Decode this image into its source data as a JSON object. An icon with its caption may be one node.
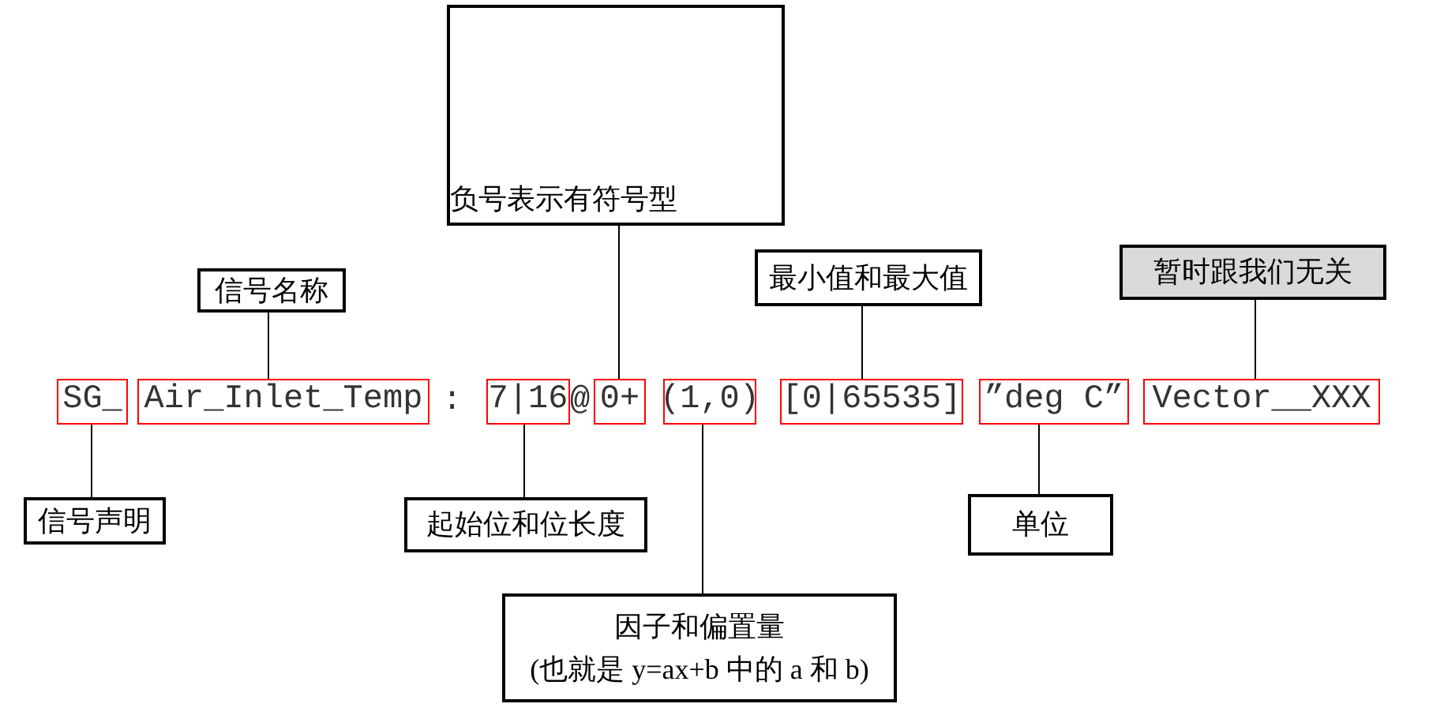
{
  "diagram": {
    "nodes": [
      {
        "text": [
          "负号表示有符号型"
        ]
      },
      {
        "text": [
          "信号名称"
        ]
      },
      {
        "text": [
          "最小值和最大值"
        ]
      },
      {
        "text": [
          "暂时跟我们无关"
        ]
      },
      {
        "text": [
          "SG_"
        ]
      },
      {
        "text": [
          "Air_Inlet_Temp"
        ]
      },
      {
        "text": [
          "7|16"
        ]
      },
      {
        "text": [
          "0+"
        ]
      },
      {
        "text": [
          "(1,0)"
        ]
      },
      {
        "text": [
          "[0|65535]"
        ]
      },
      {
        "text": [
          "”deg C”"
        ]
      },
      {
        "text": [
          "Vector__XXX"
        ]
      },
      {
        "text": [
          "信号声明"
        ]
      },
      {
        "text": [
          "起始位和位长度"
        ]
      },
      {
        "text": [
          "单位"
        ]
      },
      {
        "text": [
          "因子和偏置量",
          "(也就是 y=ax+b 中的 a 和 b)"
        ]
      }
    ],
    "edges": [
      {
        "from": 12,
        "to": 4,
        "arrow": "none"
      },
      {
        "from": 1,
        "to": 5,
        "arrow": "none"
      },
      {
        "from": 13,
        "to": 6,
        "arrow": "none"
      },
      {
        "from": 0,
        "to": 7,
        "arrow": "none"
      },
      {
        "from": 15,
        "to": 8,
        "arrow": "none"
      },
      {
        "from": 2,
        "to": 9,
        "arrow": "none"
      },
      {
        "from": 14,
        "to": 10,
        "arrow": "none"
      },
      {
        "from": 3,
        "to": 11,
        "arrow": "none"
      }
    ],
    "labels": [
      ":",
      "@"
    ]
  }
}
